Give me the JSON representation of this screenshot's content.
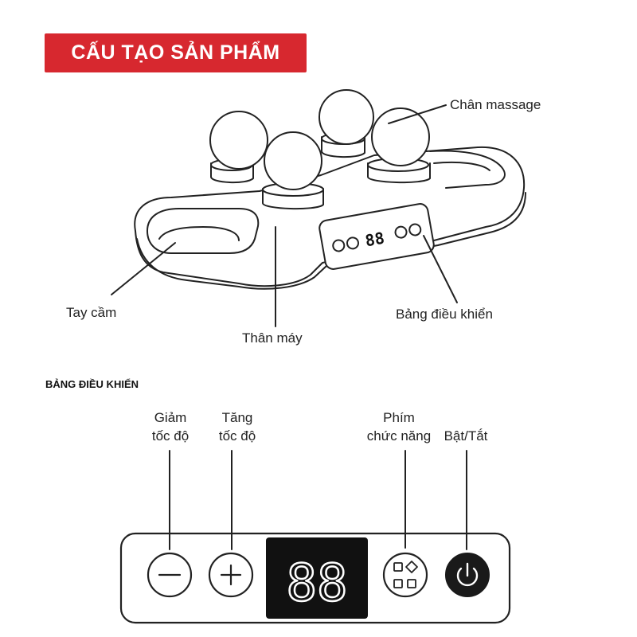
{
  "title": "CẤU TẠO SẢN PHẨM",
  "callouts": {
    "massage_heads": "Chân massage",
    "handle": "Tay cầm",
    "body": "Thân máy",
    "control_panel": "Bảng điều khiển"
  },
  "device_display": "88",
  "panel_section_title": "BẢNG ĐIỀU KHIỂN",
  "panel_controls": {
    "decrease_line1": "Giảm",
    "decrease_line2": "tốc độ",
    "increase_line1": "Tăng",
    "increase_line2": "tốc độ",
    "mode_line1": "Phím",
    "mode_line2": "chức năng",
    "power": "Bật/Tắt"
  },
  "panel_display": "88",
  "colors": {
    "accent": "#d7282f",
    "display_bg": "#111111",
    "power_bg": "#1a1a1a"
  }
}
